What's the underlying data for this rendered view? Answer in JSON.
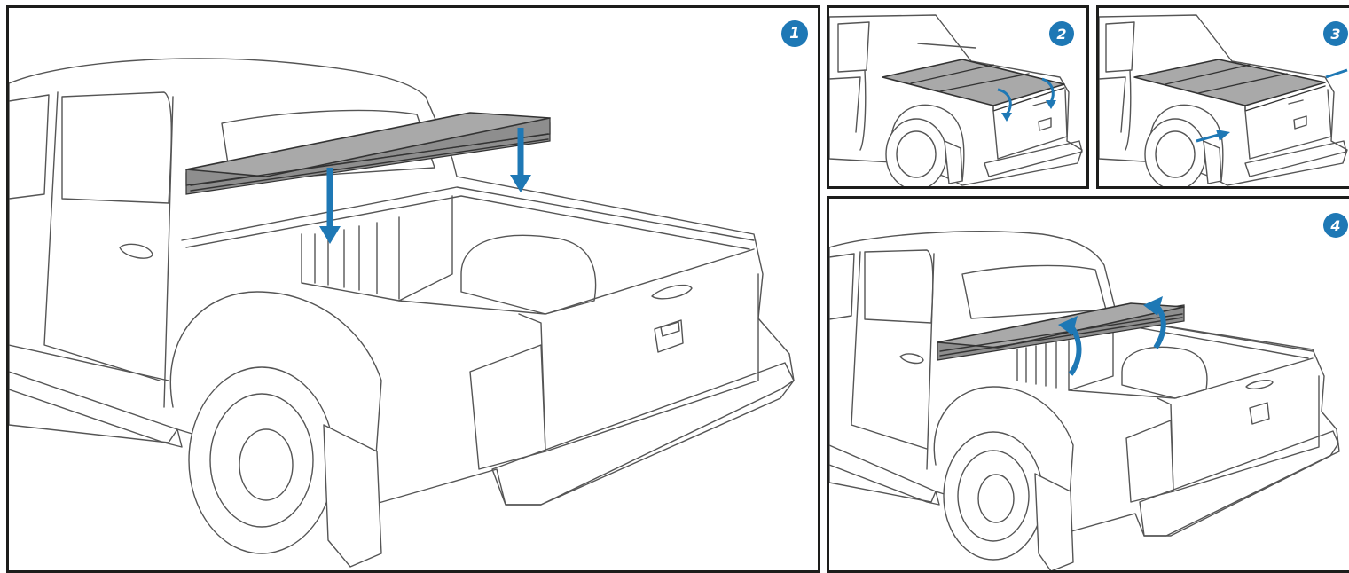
{
  "colors": {
    "accent_blue": "#1e78b5",
    "cover_gray": "#a9a9a9",
    "outline": "#555555",
    "frame": "#1d1d1b"
  },
  "steps": [
    {
      "number": "1",
      "action": "place-folded-cover-on-rails"
    },
    {
      "number": "2",
      "action": "unfold-panels-toward-tailgate"
    },
    {
      "number": "3",
      "action": "slide-cover-to-lock"
    },
    {
      "number": "4",
      "action": "fold-panels-back-up"
    }
  ]
}
